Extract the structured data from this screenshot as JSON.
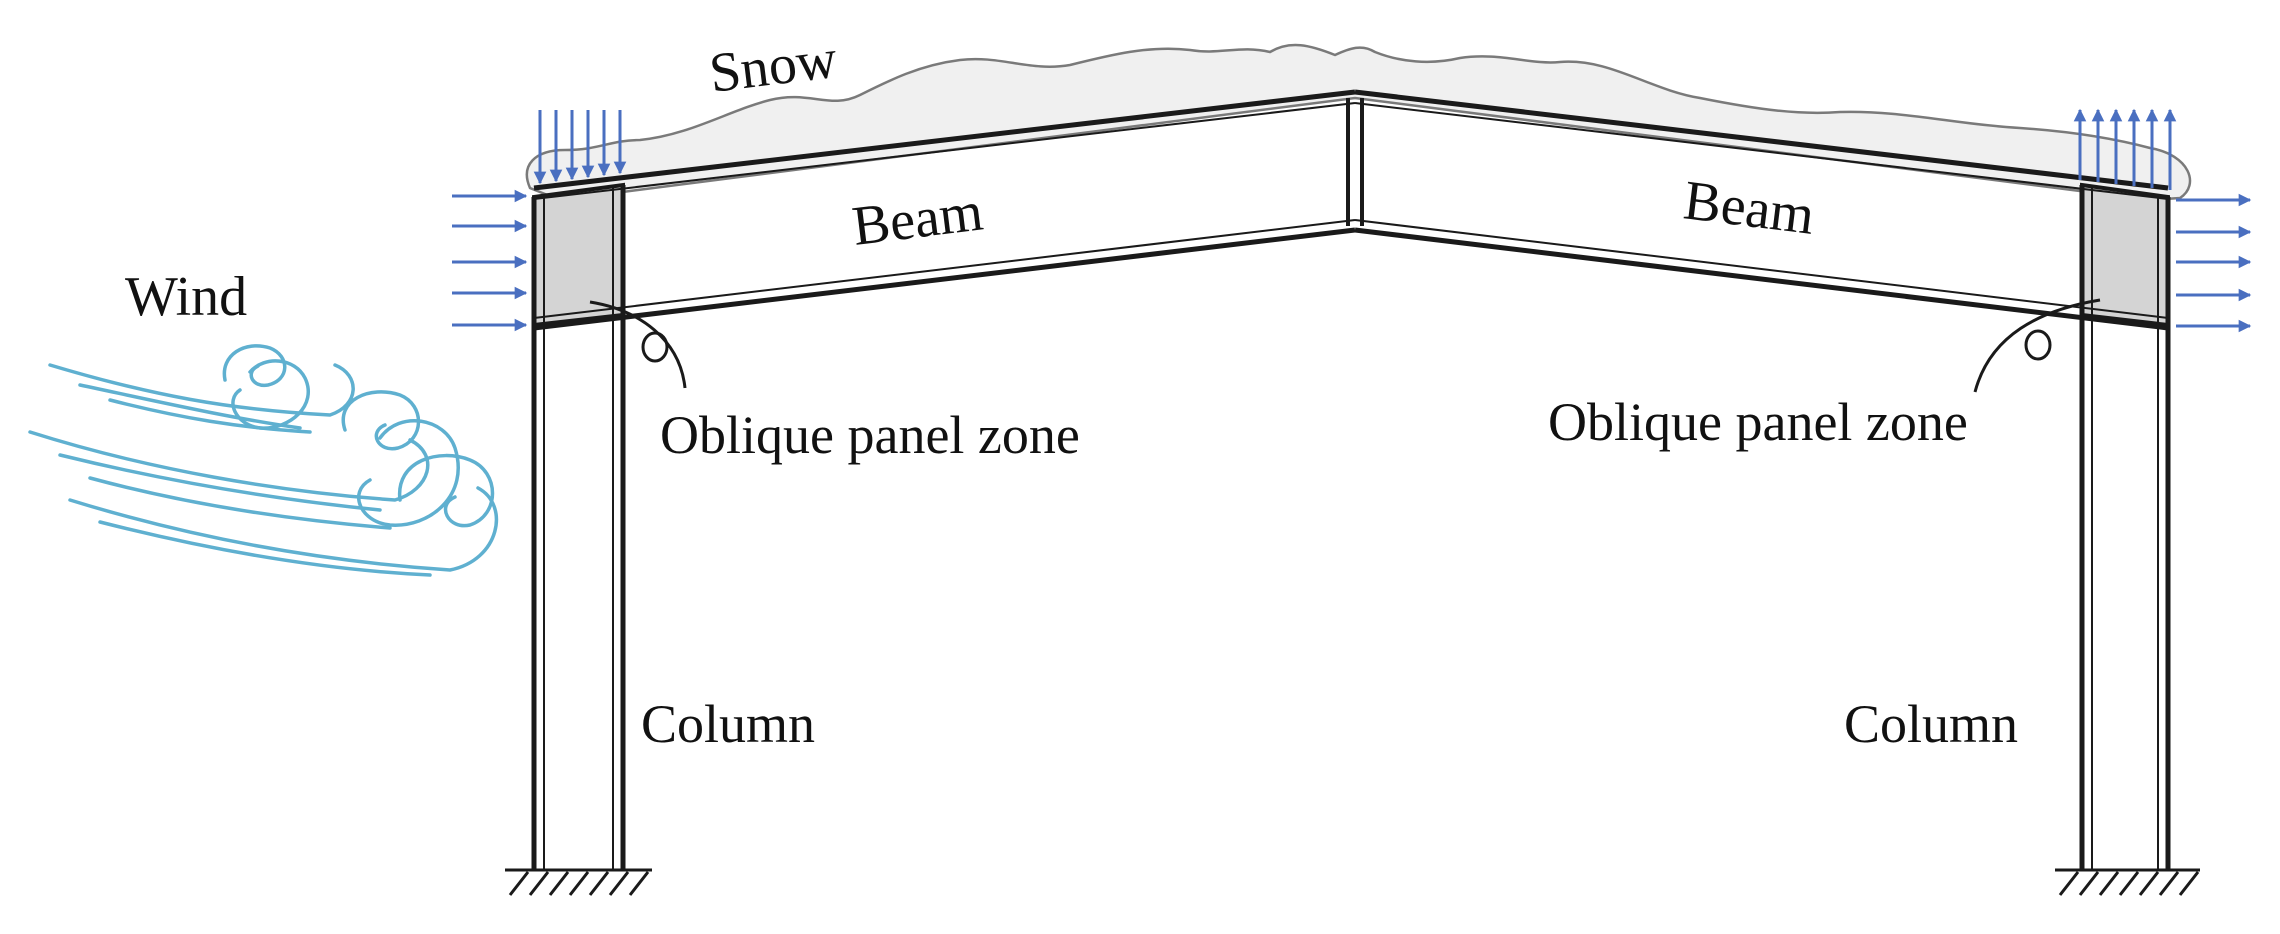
{
  "labels": {
    "snow": "Snow",
    "wind": "Wind",
    "beam_left": "Beam",
    "beam_right": "Beam",
    "panel_zone_left": "Oblique panel zone",
    "panel_zone_right": "Oblique panel zone",
    "column_left": "Column",
    "column_right": "Column"
  },
  "colors": {
    "frame": "#1a1a1a",
    "panel_zone_fill": "#d4d4d4",
    "snow_fill": "#f0f0f0",
    "snow_outline": "#7a7a7a",
    "load_arrows": "#4a6fc0",
    "wind_swirls": "#5fb0d0"
  },
  "icons": {
    "wind": "wind-swirl-icon",
    "ground_support": "fixed-support-hatch-icon",
    "load_arrow": "arrow-icon"
  }
}
